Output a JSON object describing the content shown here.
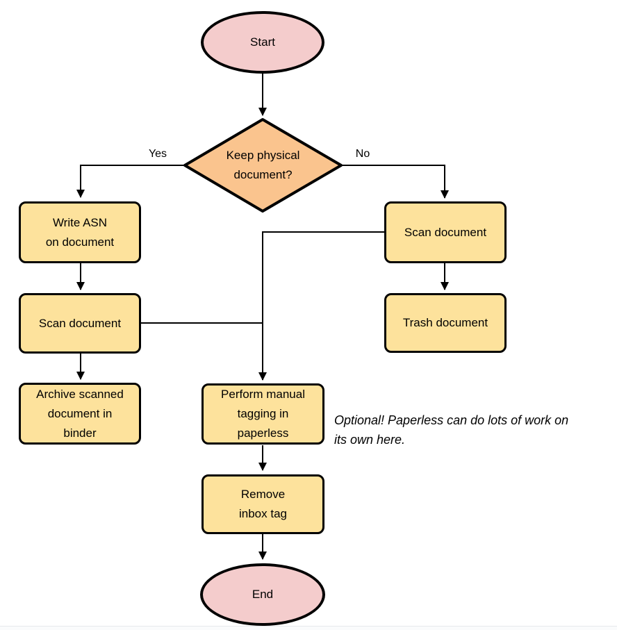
{
  "colors": {
    "terminal_fill": "#f4cccc",
    "decision_fill": "#fac48e",
    "process_fill": "#fde29c",
    "stroke": "#000000"
  },
  "nodes": {
    "start": {
      "label": "Start"
    },
    "decision": {
      "label": "Keep physical\ndocument?"
    },
    "write_asn": {
      "label": "Write ASN\non document"
    },
    "scan_left": {
      "label": "Scan document"
    },
    "archive": {
      "label": "Archive scanned\ndocument in\nbinder"
    },
    "scan_right": {
      "label": "Scan document"
    },
    "trash": {
      "label": "Trash document"
    },
    "tagging": {
      "label": "Perform manual\ntagging in\npaperless"
    },
    "remove_tag": {
      "label": "Remove\ninbox tag"
    },
    "end": {
      "label": "End"
    }
  },
  "edge_labels": {
    "yes": "Yes",
    "no": "No"
  },
  "annotation": {
    "text": "Optional! Paperless can do lots of work on\nits own here."
  }
}
